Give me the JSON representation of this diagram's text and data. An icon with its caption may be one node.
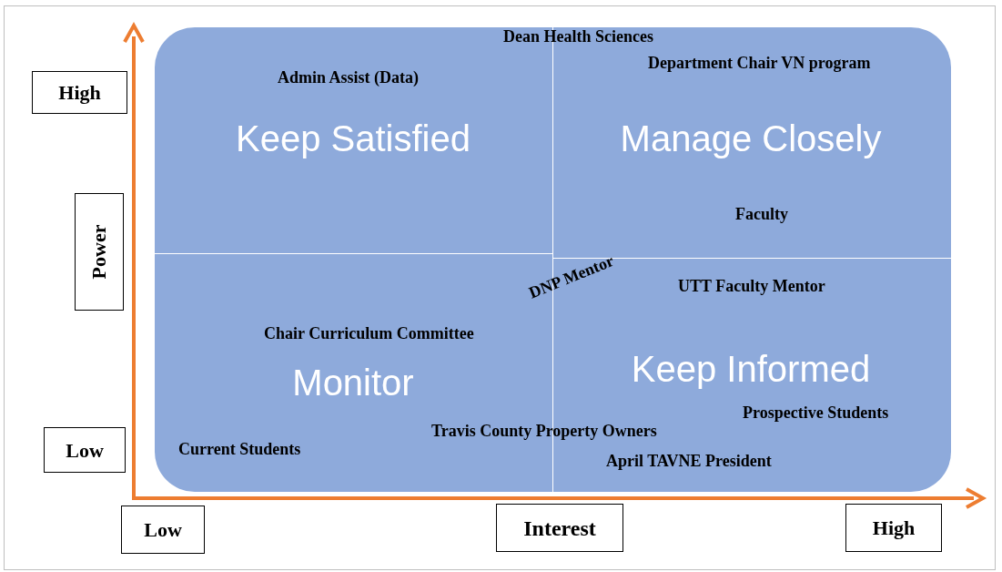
{
  "diagram": {
    "nodes": [
      {
        "text": [
          "Keep Satisfied"
        ]
      },
      {
        "text": [
          "Manage Closely"
        ]
      },
      {
        "text": [
          "Monitor"
        ]
      },
      {
        "text": [
          "Keep Informed"
        ]
      },
      {
        "text": [
          "High"
        ]
      },
      {
        "text": [
          "Power"
        ]
      },
      {
        "text": [
          "Low"
        ]
      },
      {
        "text": [
          "Low"
        ]
      },
      {
        "text": [
          "Interest"
        ]
      },
      {
        "text": [
          "High"
        ]
      }
    ],
    "edges": [],
    "labels": [
      "Dean Health Sciences",
      "Department Chair VN program",
      "Admin Assist (Data)",
      "Faculty",
      "DNP Mentor",
      "UTT Faculty Mentor",
      "Chair Curriculum Committee",
      "Prospective Students",
      "Travis County Property Owners",
      "Current Students",
      "April TAVNE President"
    ]
  }
}
